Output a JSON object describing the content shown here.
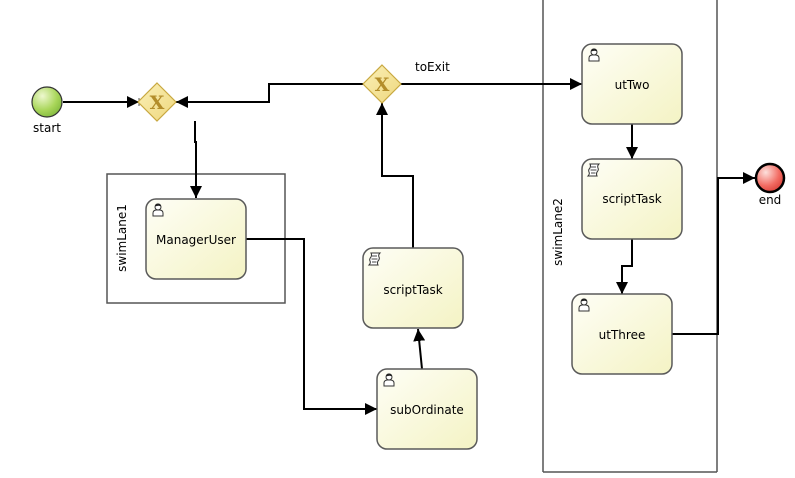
{
  "diagram": {
    "type": "BPMN process",
    "lanes": [
      {
        "id": "lane1",
        "label": "swimLane1"
      },
      {
        "id": "lane2",
        "label": "swimLane2"
      }
    ],
    "events": {
      "start": {
        "label": "start",
        "color": "#8cc63f"
      },
      "end": {
        "label": "end",
        "color": "#e8423e"
      }
    },
    "gateways": {
      "gw1": {
        "type": "exclusive",
        "symbol": "X"
      },
      "gw2": {
        "type": "exclusive",
        "symbol": "X"
      }
    },
    "tasks": {
      "managerUser": {
        "label": "ManagerUser",
        "kind": "user-task",
        "icon": "user-icon"
      },
      "subOrdinate": {
        "label": "subOrdinate",
        "kind": "user-task",
        "icon": "user-icon"
      },
      "scriptTask1": {
        "label": "scriptTask",
        "kind": "script-task",
        "icon": "script-icon"
      },
      "utTwo": {
        "label": "utTwo",
        "kind": "user-task",
        "icon": "user-icon"
      },
      "scriptTask2": {
        "label": "scriptTask",
        "kind": "script-task",
        "icon": "script-icon"
      },
      "utThree": {
        "label": "utThree",
        "kind": "user-task",
        "icon": "user-icon"
      }
    },
    "flows": [
      {
        "from": "start",
        "to": "gw1",
        "label": ""
      },
      {
        "from": "gw1",
        "to": "managerUser",
        "label": ""
      },
      {
        "from": "managerUser",
        "to": "subOrdinate",
        "label": ""
      },
      {
        "from": "subOrdinate",
        "to": "scriptTask1",
        "label": ""
      },
      {
        "from": "scriptTask1",
        "to": "gw2",
        "label": ""
      },
      {
        "from": "gw2",
        "to": "gw1",
        "label": ""
      },
      {
        "from": "gw2",
        "to": "utTwo",
        "label": "toExit"
      },
      {
        "from": "utTwo",
        "to": "scriptTask2",
        "label": ""
      },
      {
        "from": "scriptTask2",
        "to": "utThree",
        "label": ""
      },
      {
        "from": "utThree",
        "to": "end",
        "label": ""
      }
    ],
    "colors": {
      "task_fill_light": "#fefef4",
      "task_fill_dark": "#f6f5c8",
      "gateway_fill": "#f3e39a",
      "gateway_stroke": "#c8a840",
      "gateway_symbol": "#b38d2a"
    }
  }
}
